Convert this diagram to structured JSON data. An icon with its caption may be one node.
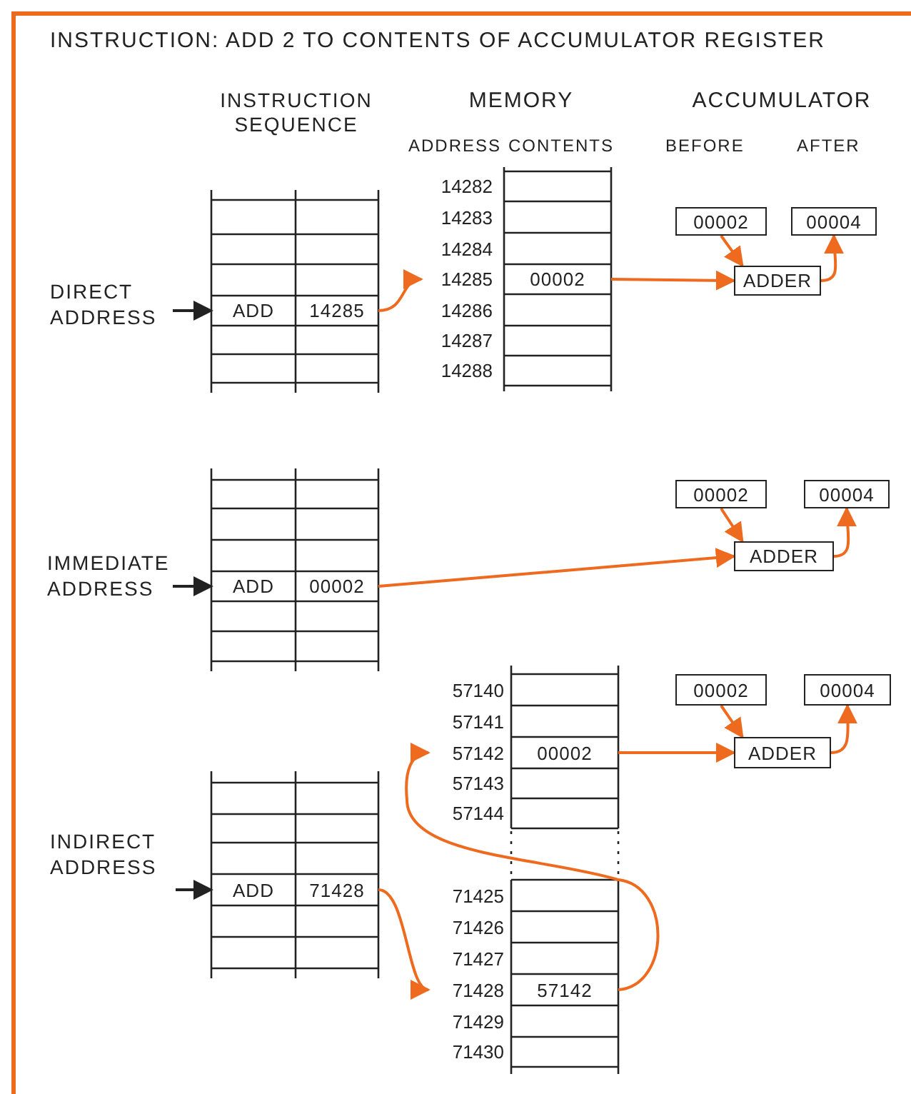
{
  "diagram": {
    "title": "INSTRUCTION: ADD 2 TO CONTENTS OF ACCUMULATOR REGISTER",
    "nodes": [
      {
        "text": [
          "DIRECT ADDRESS"
        ]
      },
      {
        "text": [
          "ADD"
        ]
      },
      {
        "text": [
          "14285"
        ]
      },
      {
        "text": [
          "14285"
        ]
      },
      {
        "text": [
          "00002"
        ]
      },
      {
        "text": [
          "00002"
        ]
      },
      {
        "text": [
          "00004"
        ]
      },
      {
        "text": [
          "ADDER"
        ]
      },
      {
        "text": [
          "IMMEDIATE ADDRESS"
        ]
      },
      {
        "text": [
          "ADD"
        ]
      },
      {
        "text": [
          "00002"
        ]
      },
      {
        "text": [
          "00002"
        ]
      },
      {
        "text": [
          "00004"
        ]
      },
      {
        "text": [
          "ADDER"
        ]
      },
      {
        "text": [
          "INDIRECT ADDRESS"
        ]
      },
      {
        "text": [
          "ADD"
        ]
      },
      {
        "text": [
          "71428"
        ]
      },
      {
        "text": [
          "57142"
        ]
      },
      {
        "text": [
          "00002"
        ]
      },
      {
        "text": [
          "00002"
        ]
      },
      {
        "text": [
          "00004"
        ]
      },
      {
        "text": [
          "ADDER"
        ]
      },
      {
        "text": [
          "71428"
        ]
      },
      {
        "text": [
          "57142"
        ]
      }
    ],
    "edges": [
      {
        "from": 0,
        "to": 1,
        "arrow": "to",
        "color": "#222222"
      },
      {
        "from": 2,
        "to": 3,
        "arrow": "to"
      },
      {
        "from": 4,
        "to": 7,
        "arrow": "to"
      },
      {
        "from": 5,
        "to": 7,
        "arrow": "to"
      },
      {
        "from": 7,
        "to": 6,
        "arrow": "to"
      },
      {
        "from": 8,
        "to": 9,
        "arrow": "to",
        "color": "#222222"
      },
      {
        "from": 10,
        "to": 13,
        "arrow": "to"
      },
      {
        "from": 11,
        "to": 13,
        "arrow": "to"
      },
      {
        "from": 13,
        "to": 12,
        "arrow": "to"
      },
      {
        "from": 14,
        "to": 15,
        "arrow": "to",
        "color": "#222222"
      },
      {
        "from": 16,
        "to": 22,
        "arrow": "to"
      },
      {
        "from": 23,
        "to": 17,
        "arrow": "to"
      },
      {
        "from": 18,
        "to": 21,
        "arrow": "to"
      },
      {
        "from": 19,
        "to": 21,
        "arrow": "to"
      },
      {
        "from": 21,
        "to": 20,
        "arrow": "to"
      }
    ],
    "labels": [
      "INSTRUCTION SEQUENCE",
      "MEMORY",
      "ACCUMULATOR",
      "ADDRESS",
      "CONTENTS",
      "BEFORE",
      "AFTER",
      "14282",
      "14283",
      "14284",
      "14286",
      "14287",
      "14288",
      "57140",
      "57141",
      "57143",
      "57144",
      "71425",
      "71426",
      "71427",
      "71429",
      "71430"
    ]
  }
}
